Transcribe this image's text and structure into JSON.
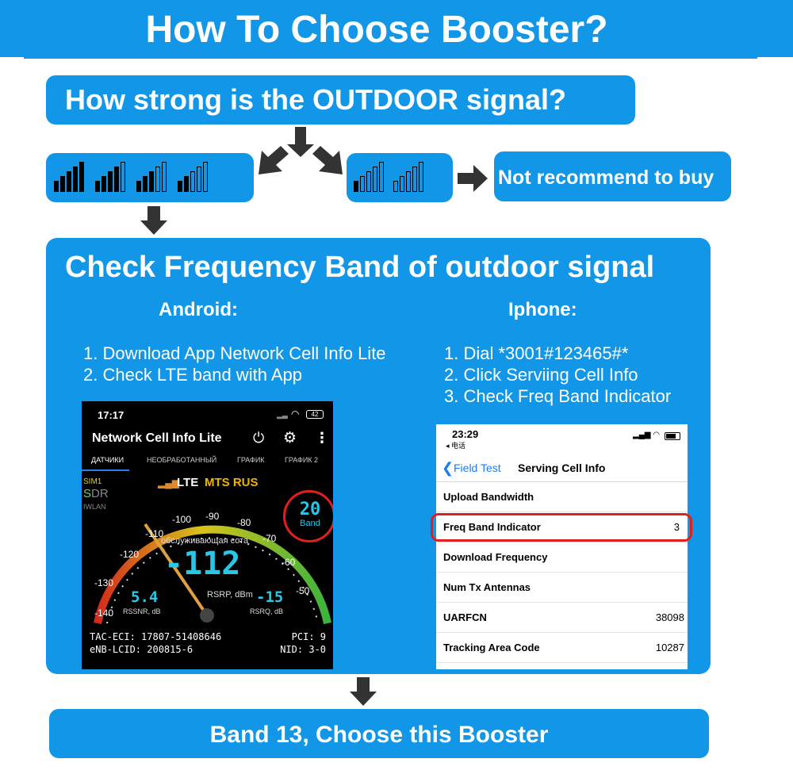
{
  "header": {
    "title": "How To Choose Booster?"
  },
  "question": "How strong is the OUTDOOR signal?",
  "not_recommend": "Not recommend to buy",
  "check": {
    "title": "Check Frequency Band of outdoor signal",
    "android": {
      "heading": "Android:",
      "steps": [
        "1. Download App Network Cell Info Lite",
        "2. Check LTE band with App"
      ]
    },
    "iphone": {
      "heading": "Iphone:",
      "steps": [
        "1. Dial *3001#123465#*",
        "2. Click Serviing Cell Info",
        "3. Check Freq Band Indicator"
      ]
    }
  },
  "android_screen": {
    "time": "17:17",
    "battery": "42",
    "app_title": "Network Cell Info Lite",
    "tabs": [
      "ДАТЧИКИ",
      "НЕОБРАБОТАННЫЙ",
      "ГРАФИК",
      "ГРАФИК 2"
    ],
    "sim": "SIM1",
    "sdr": [
      "S",
      "D",
      "R"
    ],
    "iwlan": "IWLAN",
    "network": "LTE",
    "operator": "MTS RUS",
    "band_value": "20",
    "band_label": "Band",
    "serving": "обслуживающая сота",
    "rsrp_value": "-112",
    "rsrp_label": "RSRP, dBm",
    "rssnr_value": "5.4",
    "rssnr_label": "RSSNR, dB",
    "rsrq_value": "-15",
    "rsrq_label": "RSRQ, dB",
    "scale": [
      "-140",
      "-130",
      "-120",
      "-110",
      "-100",
      "-90",
      "-80",
      "-70",
      "-60",
      "-50"
    ],
    "tac_eci": "TAC-ECI: 17807-51408646",
    "enb": "eNB-LCID: 200815-6",
    "pci": "PCI: 9",
    "nid": "NID: 3-0"
  },
  "iphone_screen": {
    "time": "23:29",
    "carrier": "◂ 电话",
    "back": "Field Test",
    "title": "Serving Cell Info",
    "rows": [
      {
        "label": "Upload Bandwidth",
        "value": ""
      },
      {
        "label": "Freq Band Indicator",
        "value": "3"
      },
      {
        "label": "Download Frequency",
        "value": ""
      },
      {
        "label": "Num Tx Antennas",
        "value": ""
      },
      {
        "label": "UARFCN",
        "value": "38098"
      },
      {
        "label": "Tracking Area Code",
        "value": "10287"
      }
    ]
  },
  "result": "Band 13, Choose this Booster",
  "colors": {
    "blue": "#1196e8",
    "highlight": "#e0201f",
    "arrow": "#333333"
  }
}
